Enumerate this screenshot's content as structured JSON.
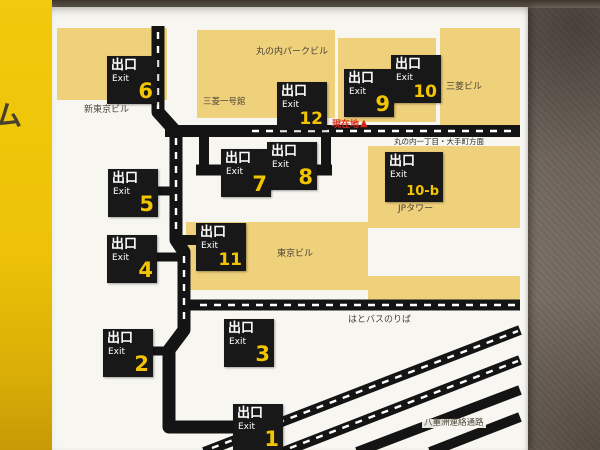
{
  "sign_title": "station-exit-guide-map",
  "strip": {
    "partial_glyph": "ム"
  },
  "exits": [
    {
      "jp": "出口",
      "en": "Exit",
      "num": "6"
    },
    {
      "jp": "出口",
      "en": "Exit",
      "num": "12"
    },
    {
      "jp": "出口",
      "en": "Exit",
      "num": "9"
    },
    {
      "jp": "出口",
      "en": "Exit",
      "num": "10"
    },
    {
      "jp": "出口",
      "en": "Exit",
      "num": "7"
    },
    {
      "jp": "出口",
      "en": "Exit",
      "num": "8"
    },
    {
      "jp": "出口",
      "en": "Exit",
      "num": "10-b"
    },
    {
      "jp": "出口",
      "en": "Exit",
      "num": "5"
    },
    {
      "jp": "出口",
      "en": "Exit",
      "num": "11"
    },
    {
      "jp": "出口",
      "en": "Exit",
      "num": "4"
    },
    {
      "jp": "出口",
      "en": "Exit",
      "num": "3"
    },
    {
      "jp": "出口",
      "en": "Exit",
      "num": "2"
    },
    {
      "jp": "出口",
      "en": "Exit",
      "num": "1"
    }
  ],
  "buildings": [
    {
      "name": "丸の内パークビル"
    },
    {
      "name": "三菱一号館"
    },
    {
      "name": "三菱ビル"
    },
    {
      "name": "新東京ビル"
    },
    {
      "name": "JPタワー"
    },
    {
      "name": "東京ビル"
    },
    {
      "name": "はとバスのりば"
    },
    {
      "name": "八重洲連絡通路"
    }
  ],
  "markers": {
    "current_location_label": "現在地",
    "current_location_symbol": "▲",
    "direction_note": "丸の内一丁目・大手町方面"
  },
  "colors": {
    "panel_white": "#f7f6f1",
    "building_tan": "#efd17b",
    "exit_box_black": "#181818",
    "exit_number_yellow": "#f3c402",
    "current_location_red": "#d42a1e",
    "sign_edge_yellow": "#eec307",
    "wall_brown_gray": "#8d8177",
    "passage_black": "#141414"
  }
}
